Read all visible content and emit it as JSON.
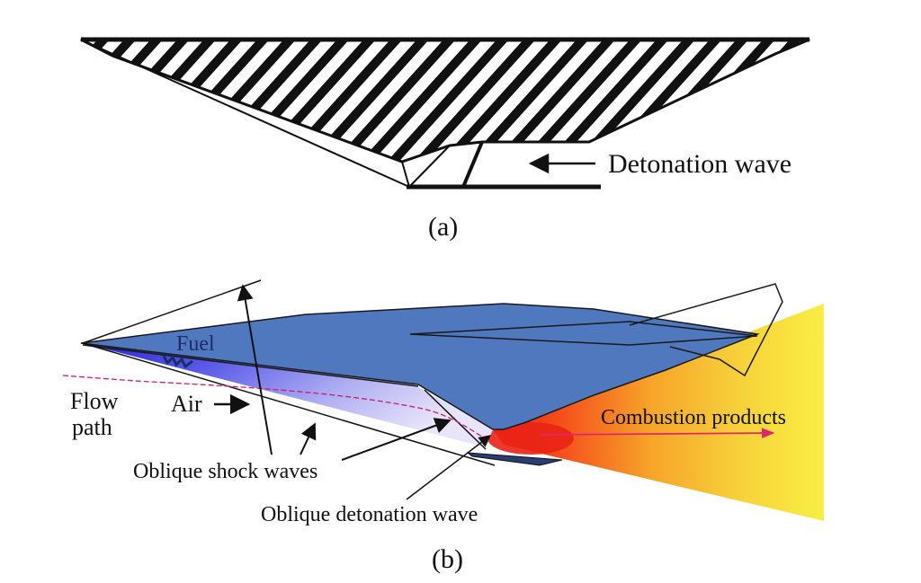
{
  "panel_a": {
    "caption": "(a)",
    "label_detonation_wave": "Detonation wave"
  },
  "panel_b": {
    "caption": "(b)",
    "label_fuel": "Fuel",
    "label_air": "Air",
    "label_flow_path_line1": "Flow",
    "label_flow_path_line2": "path",
    "label_oblique_shock_waves": "Oblique shock waves",
    "label_oblique_detonation_wave": "Oblique detonation wave",
    "label_combustion_products": "Combustion products"
  },
  "colors": {
    "body_blue": "#4f78bf",
    "intake_blue": "#3838d8",
    "flame_red": "#e82a18",
    "plume_yellow": "#f7ec40",
    "line": "#111111",
    "streamline": "#d01a6a"
  }
}
